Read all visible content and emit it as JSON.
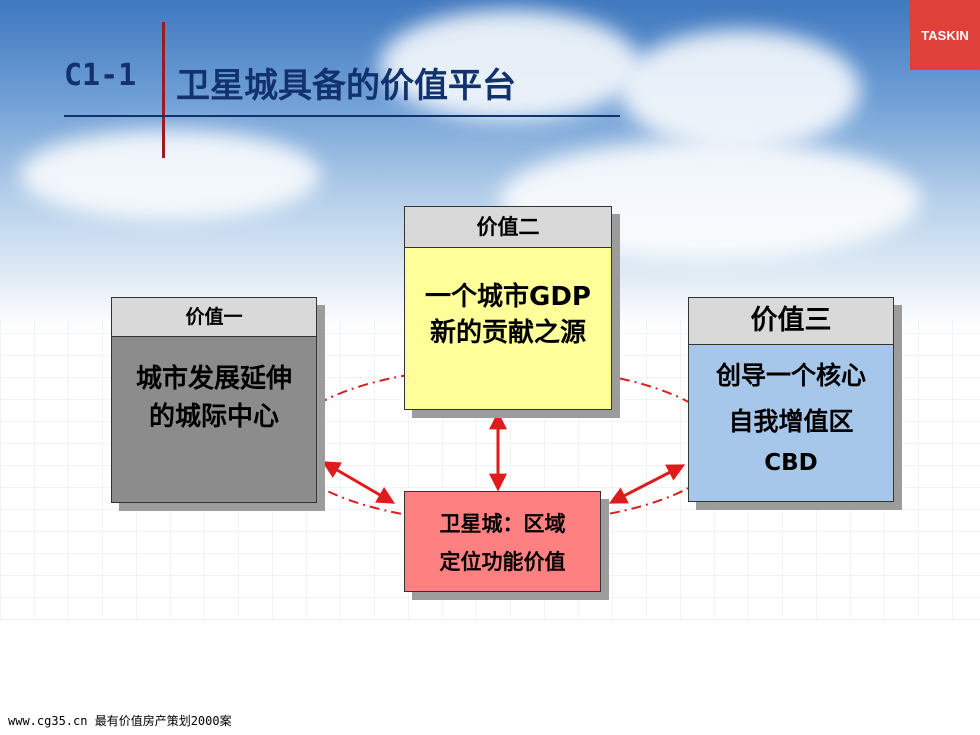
{
  "logo": {
    "text": "TASKIN"
  },
  "title": {
    "code": "C1-1",
    "text": "卫星城具备的价值平台"
  },
  "value_one": {
    "header": "价值一",
    "body": "城市发展延伸的城际中心"
  },
  "value_two": {
    "header": "价值二",
    "body": "一个城市GDP新的贡献之源"
  },
  "value_three": {
    "header": "价值三",
    "line1": "创导一个核心",
    "line2": "自我增值区",
    "line3": "CBD"
  },
  "center": {
    "line1": "卫星城：区域",
    "line2": "定位功能价值"
  },
  "footer": {
    "text": "www.cg35.cn 最有价值房产策划2000案"
  },
  "colors": {
    "title": "#12326e",
    "accent": "#9b1b20",
    "arrow": "#e01b1b",
    "value_two_bg": "#ffff99",
    "value_three_bg": "#a7c7ea",
    "center_bg": "#ff8080",
    "value_one_bg": "#8c8c8c"
  }
}
